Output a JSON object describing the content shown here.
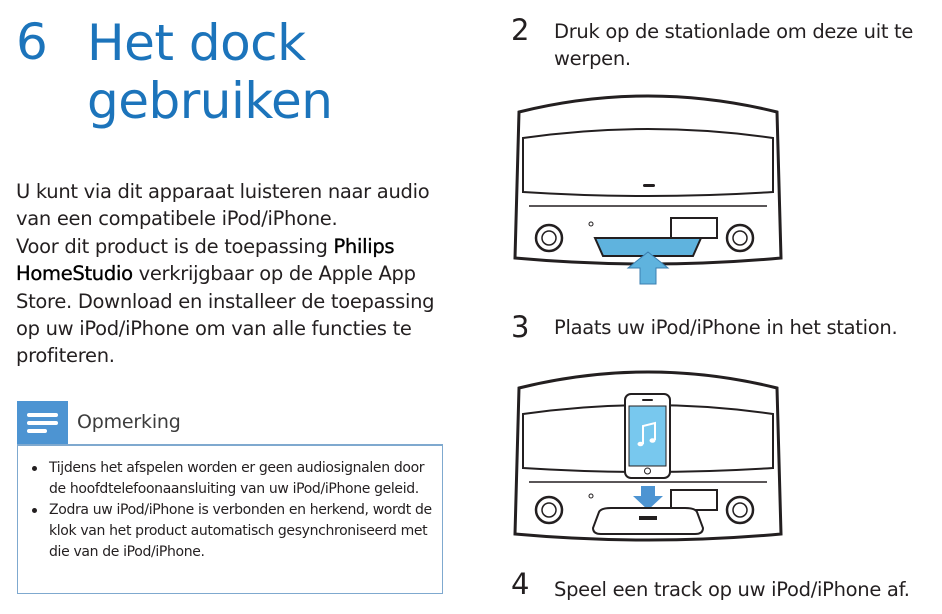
{
  "chapter": {
    "number": "6",
    "title_line1": "Het dock",
    "title_line2": "gebruiken"
  },
  "intro": {
    "line1": "U kunt via dit apparaat luisteren naar audio van een compatibele iPod/iPhone.",
    "line2_before": "Voor dit product is de toepassing ",
    "line2_app": "Philips HomeStudio",
    "line2_after": " verkrijgbaar op de Apple App Store. Download en installeer de toepassing op uw iPod/iPhone om van alle functies te profiteren."
  },
  "note": {
    "title": "Opmerking",
    "items": [
      "Tijdens het afspelen worden er geen audiosignalen door de hoofdtelefoonaansluiting van uw iPod/iPhone geleid.",
      "Zodra uw iPod/iPhone is verbonden en herkend, wordt de klok van het product automatisch gesynchroniseerd met die van de iPod/iPhone."
    ]
  },
  "steps": [
    {
      "number": "2",
      "text": "Druk op de stationlade om deze uit te werpen."
    },
    {
      "number": "3",
      "text": "Plaats uw iPod/iPhone in het station."
    },
    {
      "number": "4",
      "text": "Speel een track op uw iPod/iPhone af."
    }
  ],
  "colors": {
    "heading_blue": "#1c74bb",
    "note_icon_blue": "#4d94d2",
    "note_border": "#7fa9cf",
    "dock_blue": "#5fb3de",
    "phone_blue": "#78c8ee"
  },
  "icons": {
    "note": "note-lines-icon",
    "phone_screen": "music-note-icon"
  }
}
